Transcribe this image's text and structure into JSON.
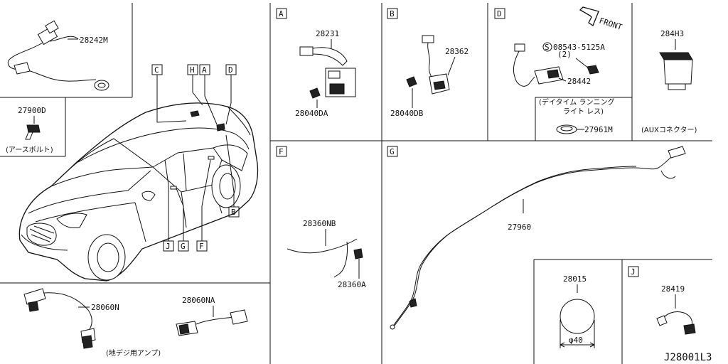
{
  "sections": {
    "A": "A",
    "B": "B",
    "C": "C",
    "D": "D",
    "F": "F",
    "G": "G",
    "H": "H",
    "J": "J"
  },
  "parts": {
    "p28242M": "28242M",
    "p27900D": "27900D",
    "p27900D_note": "(アースボルト)",
    "p28231": "28231",
    "p28040DA": "28040DA",
    "p28362": "28362",
    "p28040DB": "28040DB",
    "p08543": "08543-5125A",
    "p08543_qty": "(2)",
    "p08543_s": "S",
    "p28442": "28442",
    "daytime_note_1": "(デイタイム ランニング",
    "daytime_note_2": "ライト レス)",
    "p27961M": "27961M",
    "p284H3": "284H3",
    "aux_note": "(AUXコネクター)",
    "front": "FRONT",
    "p28360NB": "28360NB",
    "p28360A": "28360A",
    "p27960": "27960",
    "p28015": "28015",
    "dia40": "φ40",
    "p28419": "28419",
    "p28060N": "28060N",
    "p28060NA": "28060NA",
    "tv_note": "(地デジ用アンプ)",
    "diagram_id": "J28001L3"
  }
}
